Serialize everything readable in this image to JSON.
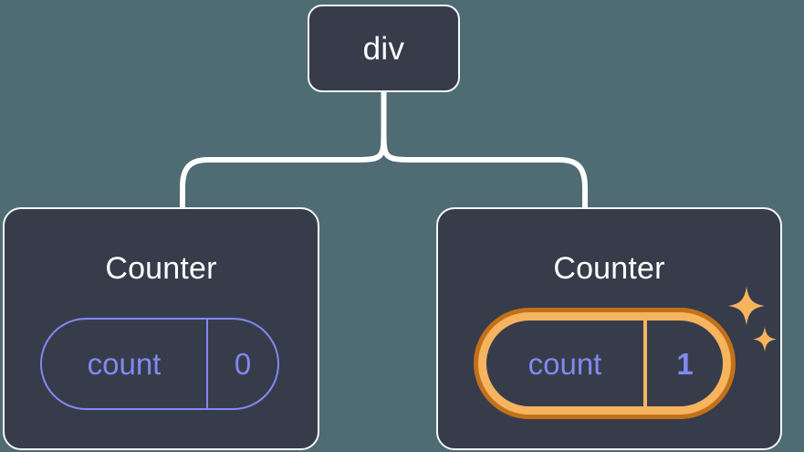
{
  "diagram": {
    "type": "component-tree",
    "title_text_present": false,
    "background_color": "#4f6b73",
    "node_fill_color": "#373c4b",
    "node_border_color": "#f4f7f8",
    "connector_color": "#ffffff",
    "state_accent_color": "#8289f0",
    "highlight_outer_color": "#c2711a",
    "highlight_inner_color": "#f6b45e",
    "sparkle_color": "#f8b45c"
  },
  "root": {
    "label": "div"
  },
  "children": [
    {
      "id": "counter-left",
      "title": "Counter",
      "highlighted": false,
      "state": {
        "key": "count",
        "value": "0"
      }
    },
    {
      "id": "counter-right",
      "title": "Counter",
      "highlighted": true,
      "state": {
        "key": "count",
        "value": "1"
      },
      "decoration": {
        "sparkle_large": "sparkle-icon",
        "sparkle_small": "sparkle-icon"
      }
    }
  ]
}
